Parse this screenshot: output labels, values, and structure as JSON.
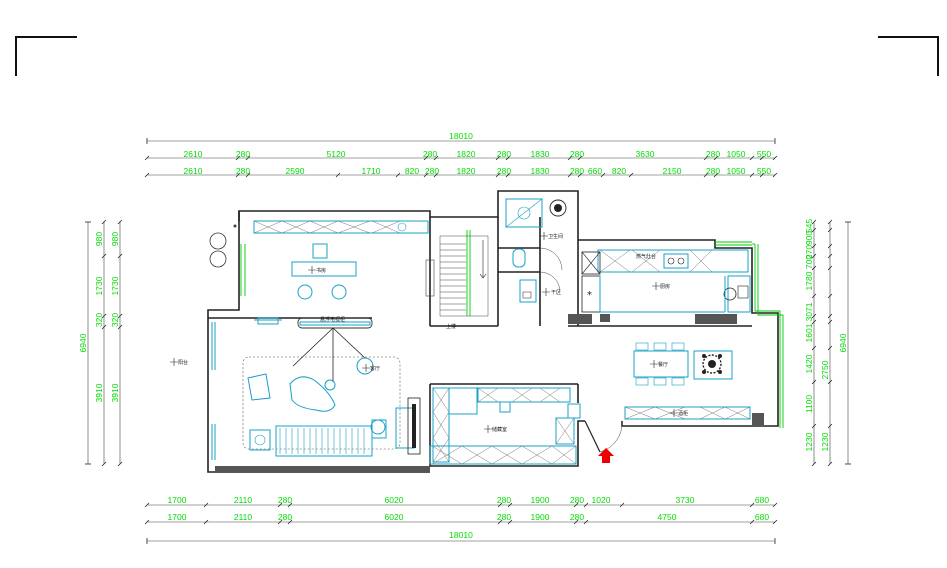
{
  "colors": {
    "dimension_text": "#00dd00",
    "wall": "#222222",
    "furniture": "#18a0c8",
    "window": "#00cc00",
    "entry_arrow": "#ee0000"
  },
  "dimensions": {
    "top_total": "18010",
    "top_row1": [
      "2610",
      "280",
      "5120",
      "280",
      "1820",
      "280",
      "1830",
      "280",
      "3630",
      "280",
      "1050",
      "550"
    ],
    "top_row2": [
      "2610",
      "280",
      "2590",
      "1710",
      "820",
      "280",
      "1820",
      "280",
      "1830",
      "280",
      "660",
      "820",
      "2150",
      "280",
      "1050",
      "550"
    ],
    "bottom_row1": [
      "1700",
      "2110",
      "280",
      "6020",
      "280",
      "1900",
      "280",
      "1020",
      "3730",
      "680"
    ],
    "bottom_row2": [
      "1700",
      "2110",
      "280",
      "6020",
      "280",
      "1900",
      "280",
      "4750",
      "680"
    ],
    "bottom_total": "18010",
    "left_outer": [
      "980",
      "1730",
      "320",
      "3910"
    ],
    "left_inner": [
      "980",
      "1730",
      "320",
      "3910"
    ],
    "left_total": "6940",
    "right_inner": [
      "1230",
      "1100",
      "1420",
      "1601",
      "3071",
      "0",
      "1780",
      "700",
      "270",
      "900",
      "545",
      "0"
    ],
    "right_mid": [
      "1230",
      "2750",
      "1780",
      "900"
    ],
    "right_total": "6940"
  },
  "rooms": {
    "study": "书房",
    "bathroom": "卫生间",
    "laundry": "干区",
    "kitchen": "厨房",
    "dining": "餐厅",
    "living": "客厅",
    "balcony": "阳台",
    "storage": "储藏室",
    "cabinet": "悬浮电视柜",
    "wine": "酒柜",
    "stair_note": "上楼",
    "stove": "燃气灶台"
  }
}
